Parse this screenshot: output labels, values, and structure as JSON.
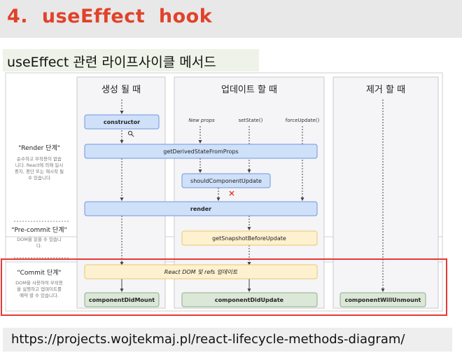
{
  "header": {
    "title": "4.  useEffect  hook"
  },
  "subtitle": "useEffect 관련 라이프사이클 메서드",
  "url": "https://projects.wojtekmaj.pl/react-lifecycle-methods-diagram/",
  "diagram": {
    "columns": [
      "생성 될 때",
      "업데이트 할 때",
      "제거 할 때"
    ],
    "phases": {
      "render": {
        "title": "\"Render 단계\"",
        "desc": [
          "순수하고 부작용이 없습",
          "니다. React에 의해 일시",
          "중지, 중단 또는 재시작 될",
          "수 있습니다"
        ]
      },
      "precommit": {
        "title": "\"Pre-commit 단계\"",
        "desc": [
          "DOM을 읽을 수 있습니",
          "다."
        ]
      },
      "commit": {
        "title": "\"Commit 단계\"",
        "desc": [
          "DOM을 사용하여 부작용",
          "을 실행하고 업데이트를",
          "예약 할 수 있습니다."
        ]
      }
    },
    "triggers": {
      "new_props": "New props",
      "set_state": "setState()",
      "force_update": "forceUpdate()"
    },
    "methods": {
      "constructor": "constructor",
      "get_derived": "getDerivedStateFromProps",
      "should_update": "shouldComponentUpdate",
      "render": "render",
      "snapshot": "getSnapshotBeforeUpdate",
      "react_dom": "React DOM 및 refs 업데이트",
      "did_mount": "componentDidMount",
      "did_update": "componentDidUpdate",
      "will_unmount": "componentWillUnmount"
    },
    "colors": {
      "blue": "#cfe0f9",
      "blue_border": "#6f97df",
      "yellow": "#fdf1cf",
      "yellow_border": "#e9c870",
      "green": "#dbe8d7",
      "green_border": "#8fae88",
      "highlight": "#e53935",
      "stop_mark": "#e53935"
    }
  }
}
